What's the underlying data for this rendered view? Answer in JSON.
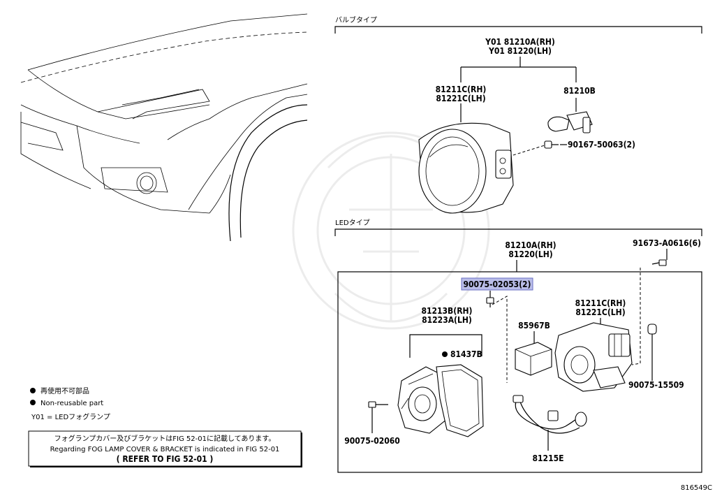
{
  "sections": {
    "bulb_type_title": "バルブタイプ",
    "led_type_title": "LEDタイプ"
  },
  "bulb_type": {
    "assembly_rh": "Y01 81210A(RH)",
    "assembly_lh": "Y01 81220(LH)",
    "unit_rh": "81211C(RH)",
    "unit_lh": "81221C(LH)",
    "bulb": "81210B",
    "screw": "90167-50063(2)"
  },
  "led_type": {
    "assembly_rh": "81210A(RH)",
    "assembly_lh": "81220(LH)",
    "bolt_top": "91673-A0616(6)",
    "screw_highlight": "90075-02053(2)",
    "cover_rh": "81213B(RH)",
    "cover_lh": "81223A(LH)",
    "gasket": "81437B",
    "module": "85967B",
    "unit_rh": "81211C(RH)",
    "unit_lh": "81221C(LH)",
    "nut": "90075-15509",
    "screw_bottom": "90075-02060",
    "harness": "81215E"
  },
  "legend": {
    "non_reusable_jp": "再使用不可部品",
    "non_reusable_en": "Non-reusable part",
    "y01_note": "Y01 = LEDフォグランプ"
  },
  "note": {
    "line_jp": "フォグランプカバー及びブラケットはFIG 52-01に記載してあります。",
    "line_en": "Regarding FOG LAMP COVER & BRACKET is indicated in FIG 52-01",
    "refer": "(  REFER TO FIG 52-01  )"
  },
  "figure_number": "816549C",
  "colors": {
    "highlight_fill": "#b9bde8",
    "highlight_border": "#6b70c4",
    "ink": "#000000",
    "watermark": "#ececec"
  }
}
